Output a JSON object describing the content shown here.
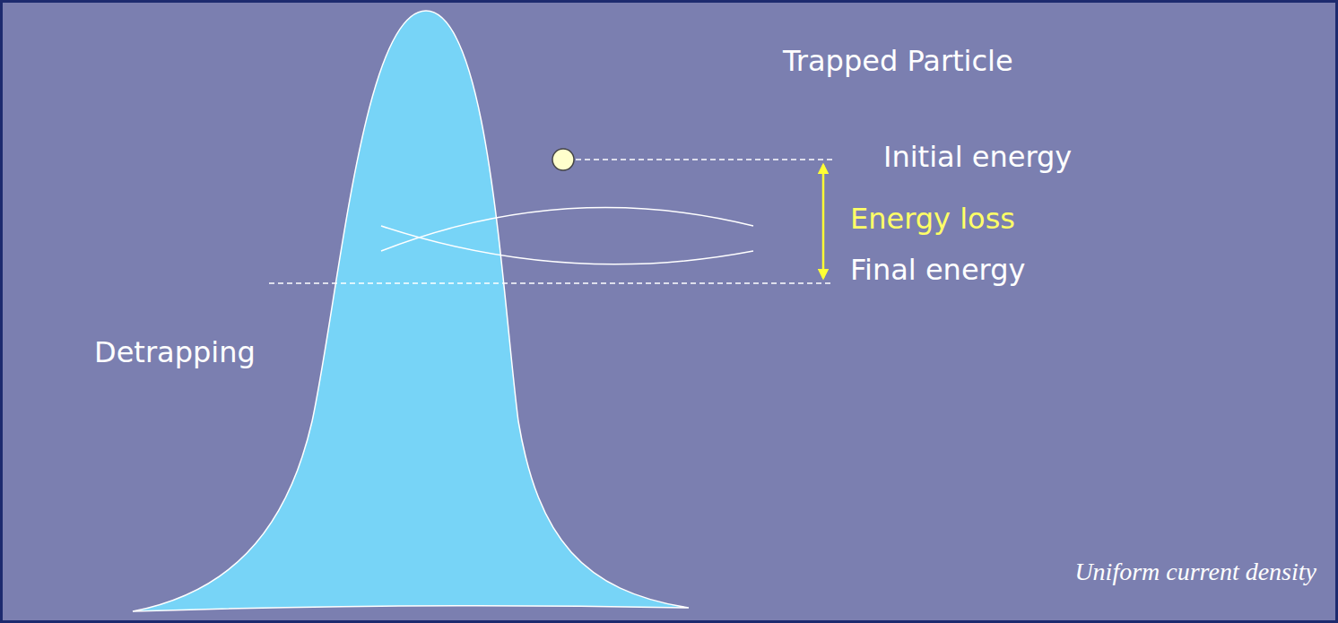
{
  "diagram": {
    "labels": [
      "Trapped Particle",
      "Initial energy",
      "Energy loss",
      "Final energy",
      "Detrapping",
      "Uniform current density"
    ]
  }
}
